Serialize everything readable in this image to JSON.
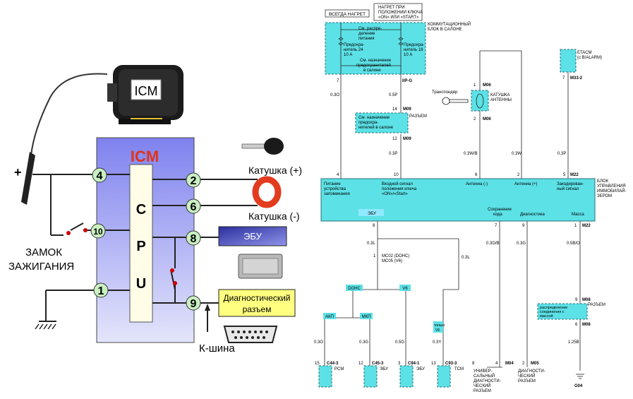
{
  "left": {
    "icm_module_label": "ICM",
    "icm_title": "ICM",
    "cpu_letters": [
      "C",
      "P",
      "U"
    ],
    "pins": [
      "4",
      "2",
      "6",
      "10",
      "8",
      "1",
      "9"
    ],
    "plus": "+",
    "coil_plus": "Катушка (+)",
    "coil_minus": "Катушка (-)",
    "ecu": "ЭБУ",
    "ignition_line1": "ЗАМОК",
    "ignition_line2": "ЗАЖИГАНИЯ",
    "diag_line1": "Диагностический",
    "diag_line2": "разъем",
    "kbus": "К-шина",
    "colors": {
      "icm_body": "#8a8df2",
      "cpu": "#fffde8",
      "pin_circle": "#c9f0c2",
      "coil": "#e23b1e",
      "ecu_box": "#3a3fb8",
      "diag_box": "#ffff80",
      "icm_title": "#e0331a"
    }
  },
  "right": {
    "top_labels": {
      "always_hot": "ВСЕГДА НАГРЕТ",
      "hot_on_start_1": "НАГРЕТ ПРИ",
      "hot_on_start_2": "ПОЛОЖЕНИИ КЛЮЧА",
      "hot_on_start_3": "«ON» ИЛИ «START»",
      "junction_1": "КОММУТАЦИОННЫЙ",
      "junction_2": "БЛОК В САЛОНЕ"
    },
    "fusebox": {
      "power_1": "См. распре-",
      "power_2": "деление",
      "power_3": "питания",
      "fuse24_1": "Предохра-",
      "fuse24_2": "нитель 24",
      "fuse24_3": "10 А",
      "fuse18_1": "Предохра-",
      "fuse18_2": "нитель 18",
      "fuse18_3": "10 А",
      "see_fuses_1": "См. назначение",
      "see_fuses_2": "предохранителей",
      "see_fuses_3": "в салоне"
    },
    "connectors": {
      "p7": "7",
      "ipg": "I/P-G",
      "w03o": "0.3O",
      "w05p": "0.5P",
      "p14": "14",
      "m09a": "M09",
      "razem": "РАЗЪЕМ",
      "see2_1": "См. назначение",
      "see2_2": "предохра-",
      "see2_3": "нителей в салоне",
      "p12": "12",
      "m09b": "M09",
      "w03p": "0.3P",
      "transponder": "Транспондер",
      "coil_1": "КАТУШКА",
      "coil_2": "АНТЕННЫ",
      "p1": "1",
      "m06a": "M06",
      "p2": "2",
      "m06b": "M06",
      "etacm_1": "ETACM",
      "etacm_2": "(с B/ALARM)",
      "p7b": "7",
      "m332": "M33-2",
      "w03wb": "0.3W/B",
      "w03w": "0.3W",
      "w03p2": "0.3P"
    },
    "unit": {
      "title_1": "БЛОК",
      "title_2": "УПРАВЛЕНИЯ",
      "title_3": "ИММОБИЛАЙ-",
      "title_4": "ЗЕРОМ",
      "pin_top": [
        "4",
        "10",
        "6",
        "2",
        "5"
      ],
      "m22": "M22",
      "sig1_1": "Питание",
      "sig1_2": "устройства",
      "sig1_3": "запоминания",
      "sig2_1": "Входной сигнал",
      "sig2_2": "положения ключа",
      "sig2_3": "«ON»/«Start»",
      "sig3": "Антенна (-)",
      "sig4": "Антенна (+)",
      "sig5_1": "Закодирован-",
      "sig5_2": "ный сигнал",
      "ecu_tag": "ЭБУ",
      "save_1": "Сохранение",
      "save_2": "кода",
      "diag": "Диагностика",
      "mass": "Масса",
      "pin_bottom": [
        "8",
        "7",
        "9",
        "1"
      ],
      "m22b": "M22"
    },
    "bottom": {
      "w03l": "0.3L",
      "mc02_1": "MC02 (DOHC)",
      "mc05": "MC05 (V6)",
      "p1": "1",
      "w03ob": "0.3O/B",
      "w03l2": "0.3L",
      "w03g": "0.3G",
      "w05bo": "0.5B/O",
      "dohc": "DOHC",
      "v6": "V6",
      "akp": "АКП",
      "mkp": "МКП",
      "only_v6_1": "только",
      "only_v6_2": "V6",
      "w03g1": "0.3G",
      "w03g2": "0.3G",
      "w05g": "0.5G",
      "w03y": "0.3Y",
      "c1_pin": "15",
      "c1_name": "C44-3",
      "c1_dev": "PCM",
      "c2_pin": "12",
      "c2_name": "C45-3",
      "c2_dev": "ЭБУ",
      "c3_pin": "3",
      "c3_name": "C94-1",
      "c3_dev": "ЭБУ",
      "c4_pin": "13",
      "c4_name": "C93-3",
      "c4_dev": "TCM",
      "m04_l": "8",
      "m04_r": "4",
      "m04": "M04",
      "univ_1": "УНИВЕР-",
      "univ_2": "САЛЬНЫЙ",
      "univ_3": "ДИАГНОСТИ-",
      "univ_4": "ЧЕСКИЙ",
      "univ_5": "РАЗЪЕМ",
      "m05_pin": "2",
      "m05": "M05",
      "diagc_1": "ДИАГНОСТИ-",
      "diagc_2": "ЧЕСКИЙ",
      "diagc_3": "РАЗЪЕМ",
      "m08_top": "9",
      "m08a": "M08",
      "razem2": "РАЗЪЕМ",
      "distr_1": "распределение",
      "distr_2": "соединения с",
      "distr_3": "массой",
      "m08_bot": "6",
      "m08b": "M08",
      "w125b": "1.25B",
      "g04": "G04"
    },
    "colors": {
      "cyan": "#5ce1e6",
      "dash": "#2a6f7a",
      "wire": "#222222"
    }
  }
}
